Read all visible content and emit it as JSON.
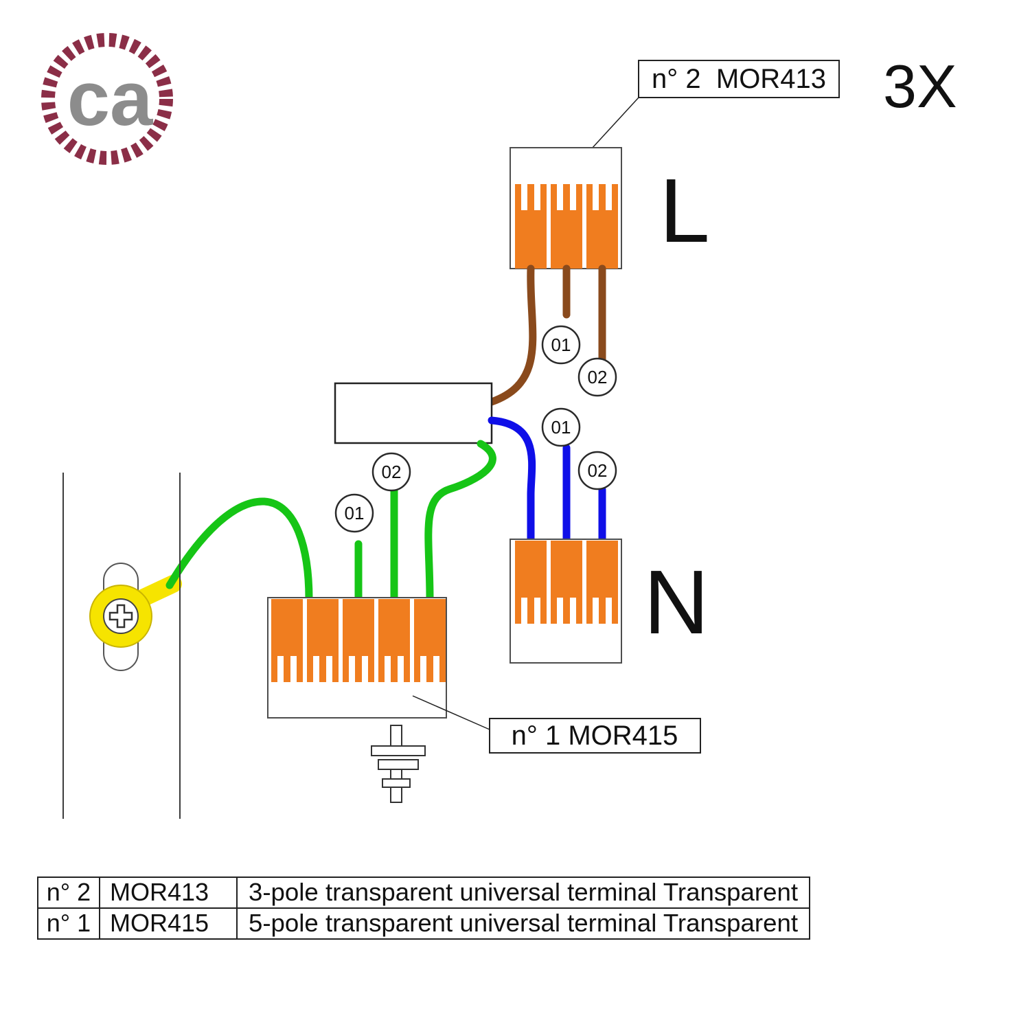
{
  "logo": {
    "text": "ca"
  },
  "page": {
    "multiplier": "3X"
  },
  "callouts": {
    "mor413": "n° 2  MOR413",
    "mor415": "n° 1 MOR415"
  },
  "terminals": {
    "live_label": "L",
    "neutral_label": "N",
    "live_poles": 3,
    "neutral_poles": 3,
    "earth_poles": 5
  },
  "tags": {
    "one": "01",
    "two": "02"
  },
  "colors": {
    "terminal_orange": "#f07d1f",
    "wire_brown": "#8a4a1c",
    "wire_blue": "#0f0fe8",
    "wire_green": "#16c516",
    "earth_yellow": "#f6e400",
    "logo_maroon": "#8b2e47",
    "logo_gray": "#8c8c8c"
  },
  "table": {
    "rows": [
      {
        "qty": "n° 2",
        "code": "MOR413",
        "description": "3-pole transparent universal terminal Transparent"
      },
      {
        "qty": "n° 1",
        "code": "MOR415",
        "description": "5-pole transparent universal terminal Transparent"
      }
    ]
  }
}
